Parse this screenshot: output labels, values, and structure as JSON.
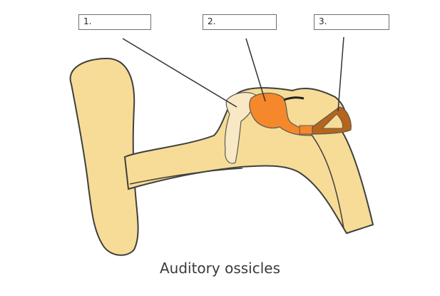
{
  "labels": [
    {
      "number": "1.",
      "value": ""
    },
    {
      "number": "2.",
      "value": ""
    },
    {
      "number": "3.",
      "value": ""
    }
  ],
  "caption": "Auditory ossicles",
  "colors": {
    "ear_tissue": "#f6dc96",
    "outline": "#3f3f3f",
    "malleus": "#f8e9c4",
    "incus": "#f5882a",
    "stapes": "#b7651a",
    "leader_line": "#333333",
    "box_border": "#6f6f6f"
  }
}
